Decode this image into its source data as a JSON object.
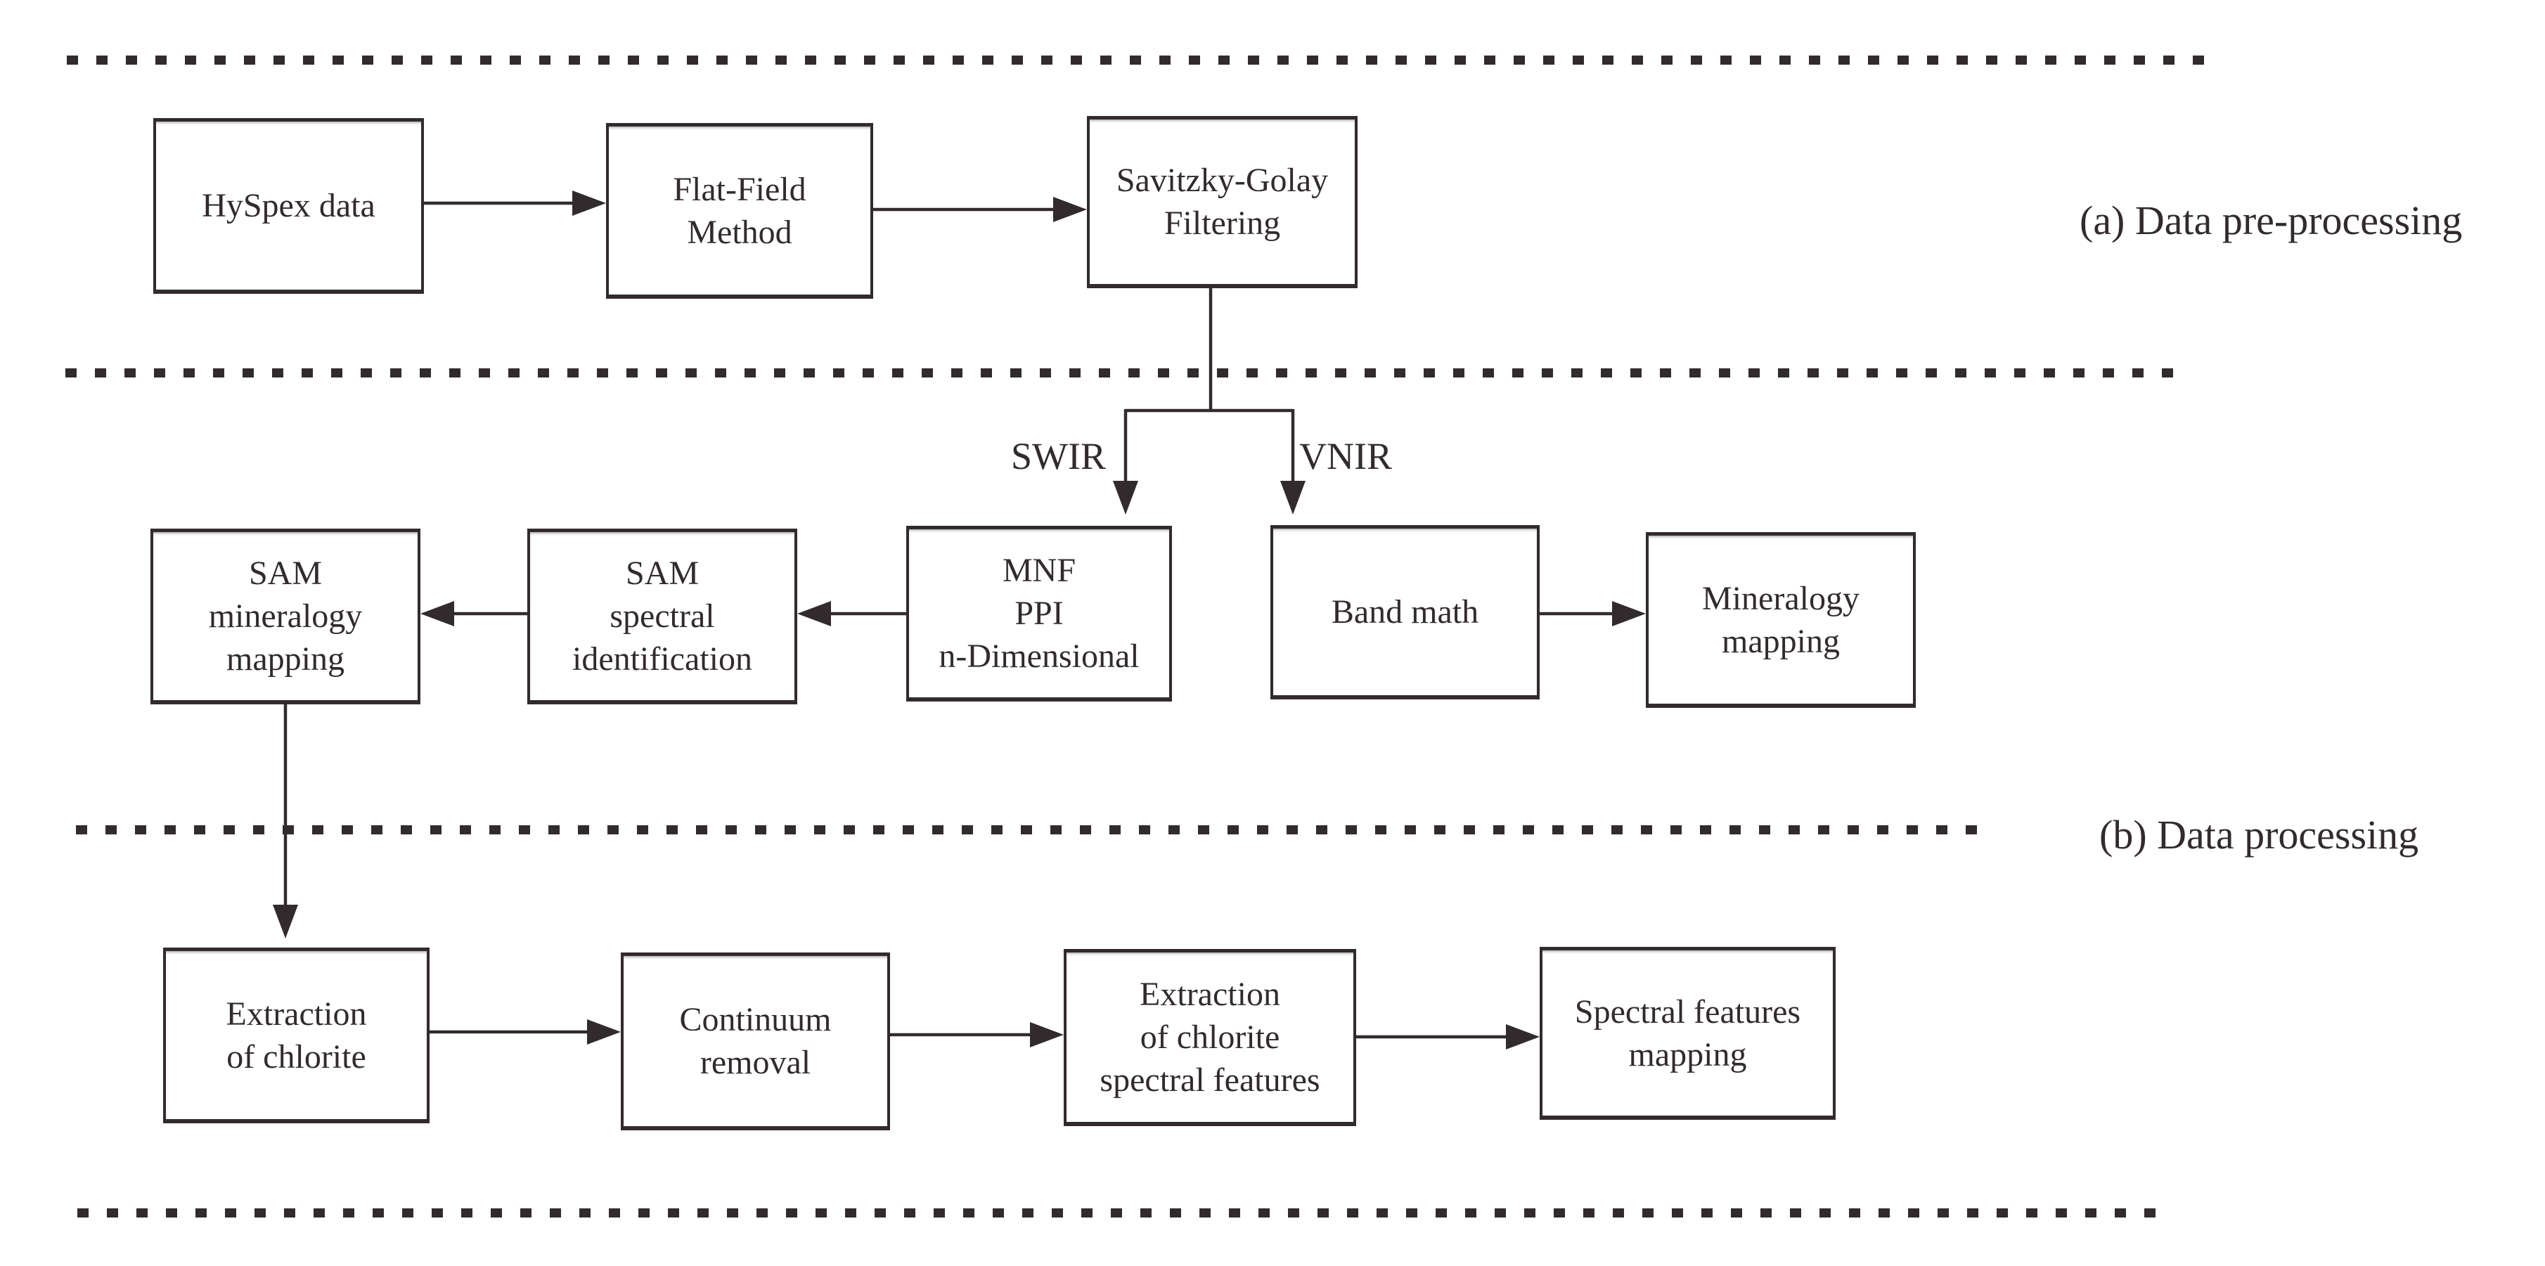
{
  "figure_type": "flowchart",
  "colors": {
    "ink": "#322b2d",
    "paper": "#ffffff"
  },
  "sections": {
    "a": {
      "label": "(a) Data pre-processing"
    },
    "b": {
      "label": "(b) Data processing"
    }
  },
  "branch_labels": {
    "swir": "SWIR",
    "vnir": "VNIR"
  },
  "boxes": {
    "hyspex": {
      "label": "HySpex  data"
    },
    "flat_field": {
      "label": "Flat-Field\nMethod"
    },
    "savitzky": {
      "label": "Savitzky-Golay\nFiltering"
    },
    "sam_mineralogy": {
      "label": "SAM\nmineralogy\nmapping"
    },
    "sam_spectral": {
      "label": "SAM\nspectral\nidentification"
    },
    "mnf": {
      "label": "MNF\nPPI\nn-Dimensional"
    },
    "band_math": {
      "label": "Band math"
    },
    "mineralogy_mapping": {
      "label": "Mineralogy\nmapping"
    },
    "extraction_chlorite": {
      "label": "Extraction\nof chlorite"
    },
    "continuum_removal": {
      "label": "Continuum\nremoval"
    },
    "extraction_spectral": {
      "label": "Extraction\nof chlorite\nspectral features"
    },
    "spectral_mapping": {
      "label": "Spectral features\nmapping"
    }
  },
  "edges": [
    {
      "from": "hyspex",
      "to": "flat_field"
    },
    {
      "from": "flat_field",
      "to": "savitzky"
    },
    {
      "from": "savitzky",
      "to": "mnf",
      "via": "SWIR"
    },
    {
      "from": "savitzky",
      "to": "band_math",
      "via": "VNIR"
    },
    {
      "from": "mnf",
      "to": "sam_spectral"
    },
    {
      "from": "sam_spectral",
      "to": "sam_mineralogy"
    },
    {
      "from": "band_math",
      "to": "mineralogy_mapping"
    },
    {
      "from": "sam_mineralogy",
      "to": "extraction_chlorite"
    },
    {
      "from": "extraction_chlorite",
      "to": "continuum_removal"
    },
    {
      "from": "continuum_removal",
      "to": "extraction_spectral"
    },
    {
      "from": "extraction_spectral",
      "to": "spectral_mapping"
    }
  ]
}
